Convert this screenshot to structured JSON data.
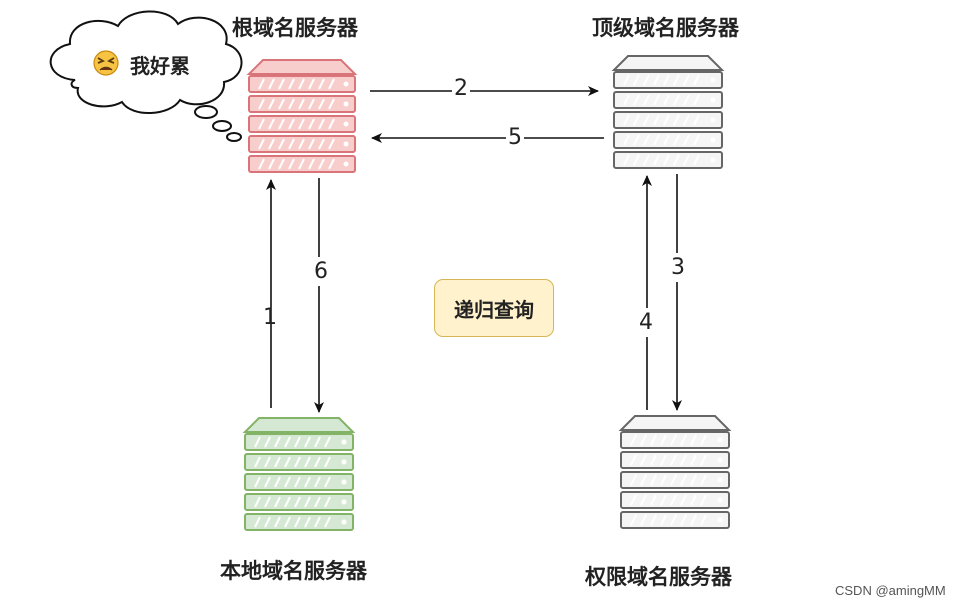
{
  "servers": {
    "root": "根域名服务器",
    "tld": "顶级域名服务器",
    "local": "本地域名服务器",
    "authoritative": "权限域名服务器"
  },
  "thought": {
    "emoji_icon": "tired-face-icon",
    "text": "我好累"
  },
  "steps": [
    "1",
    "2",
    "3",
    "4",
    "5",
    "6"
  ],
  "badge": "递归查询",
  "watermark": "CSDN @amingMM",
  "colors": {
    "root_fill": "#f8cecc",
    "root_stroke": "#d9747a",
    "tld_fill": "#f5f5f5",
    "tld_stroke": "#666666",
    "local_fill": "#d5e8d4",
    "local_stroke": "#82b366",
    "badge_fill": "#fff2cc",
    "badge_stroke": "#d6b656"
  }
}
